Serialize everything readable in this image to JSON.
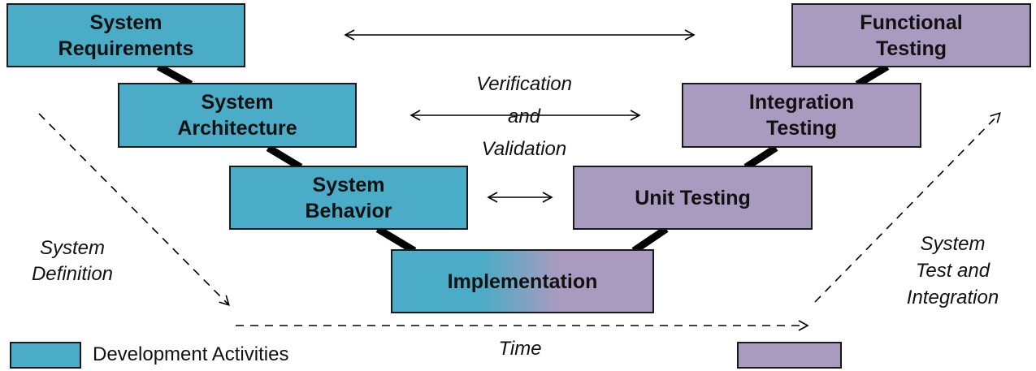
{
  "colors": {
    "development": "#4aacc6",
    "testing": "#a89bbf",
    "connector": "#000000"
  },
  "boxes": {
    "system_requirements": [
      "System",
      "Requirements"
    ],
    "system_architecture": [
      "System",
      "Architecture"
    ],
    "system_behavior": [
      "System",
      "Behavior"
    ],
    "implementation": "Implementation",
    "unit_testing": "Unit Testing",
    "integration_testing": [
      "Integration",
      "Testing"
    ],
    "functional_testing": [
      "Functional",
      "Testing"
    ]
  },
  "labels": {
    "vv": [
      "Verification",
      "and",
      "Validation"
    ],
    "system_definition": [
      "System",
      "Definition"
    ],
    "system_test": [
      "System",
      "Test and",
      "Integration"
    ],
    "time": "Time"
  },
  "legend": {
    "development": "Development Activities"
  }
}
